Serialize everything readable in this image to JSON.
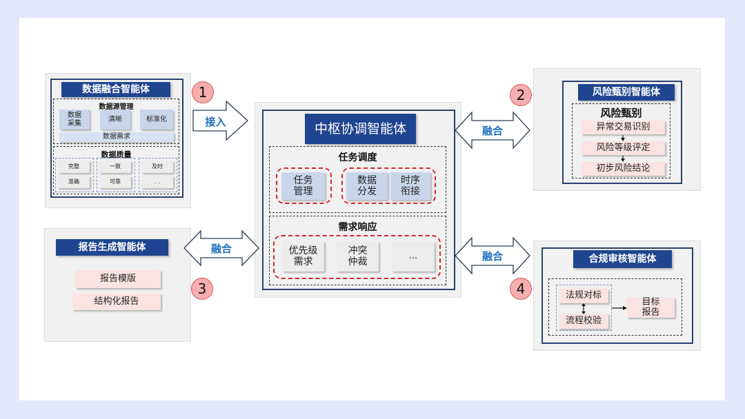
{
  "badges": [
    "1",
    "2",
    "3",
    "4"
  ],
  "arrows": {
    "access": "接入",
    "fuse_right_top": "融合",
    "fuse_left": "融合",
    "fuse_right_bottom": "融合"
  },
  "data_fusion_agent": {
    "title": "数据融合智能体",
    "source_mgmt": {
      "label": "数据源管理",
      "items": [
        "数据\n采集",
        "清晰",
        "标准化"
      ],
      "bar": "数据需求"
    },
    "quality": {
      "label": "数据质量",
      "items": [
        "完整",
        "准确",
        "一致",
        "可靠",
        "及时",
        ". ."
      ]
    }
  },
  "central_agent": {
    "title": "中枢协调智能体",
    "task_scheduling": {
      "label": "任务调度",
      "items": [
        "任务\n管理",
        "数据\n分发",
        "时序\n衔接"
      ]
    },
    "demand_response": {
      "label": "需求响应",
      "items": [
        "优先级\n需求",
        "冲突\n仲裁",
        "..."
      ]
    }
  },
  "risk_agent": {
    "title": "风险甄别智能体",
    "section": "风险甄别",
    "steps": [
      "异常交易识别",
      "风险等级评定",
      "初步风险结论"
    ]
  },
  "report_agent": {
    "title": "报告生成智能体",
    "items": [
      "报告模版",
      "结构化报告"
    ]
  },
  "compliance_agent": {
    "title": "合规审核智能体",
    "items": [
      "法规对标",
      "流程校验"
    ],
    "target": "目标\n报告"
  }
}
